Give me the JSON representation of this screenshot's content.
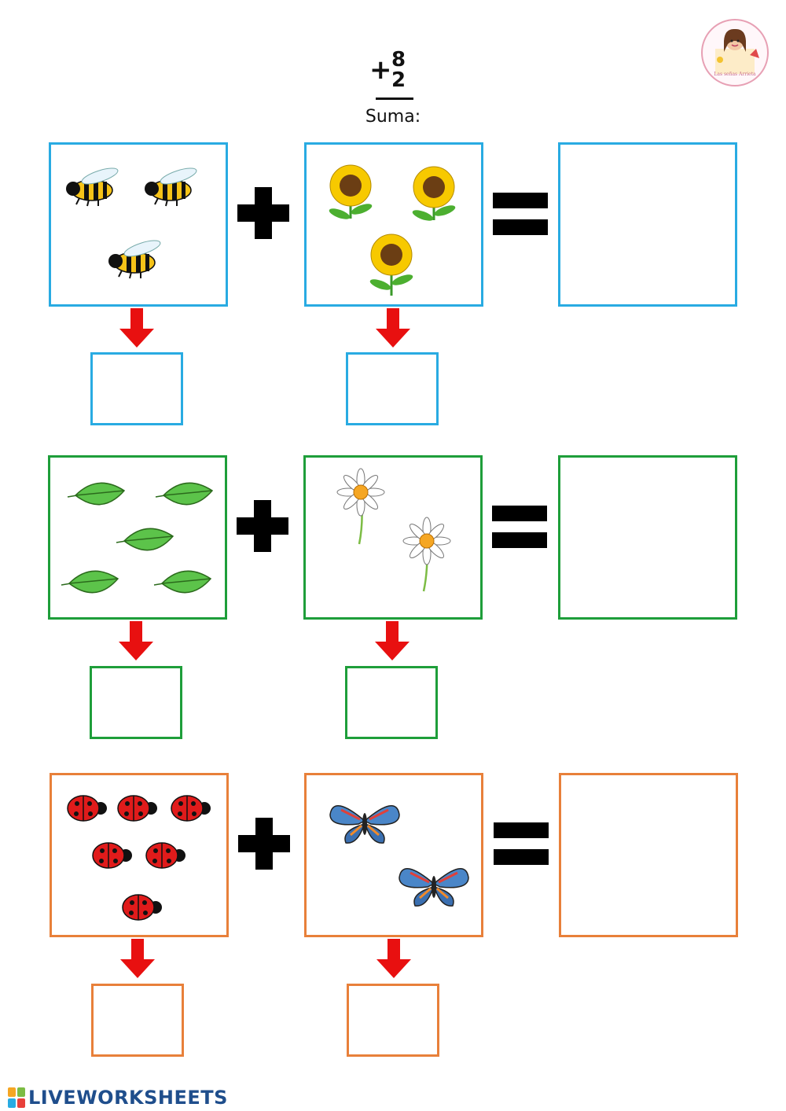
{
  "header": {
    "operator": "+",
    "top_number": "8",
    "bottom_number": "2",
    "label": "Suma:"
  },
  "logo": {
    "icon": "teacher-avatar-logo",
    "text": "Las señas Arrieta"
  },
  "colors": {
    "row1": "#29abe2",
    "row2": "#1e9e3a",
    "row3": "#e8803a",
    "arrow": "#e81010",
    "symbol": "#000000",
    "brand": "#1f4e8c"
  },
  "rows": [
    {
      "left_group": {
        "item": "bee-icon",
        "count": 3
      },
      "right_group": {
        "item": "sunflower-icon",
        "count": 3
      },
      "left_answer": "",
      "right_answer": "",
      "total_answer": ""
    },
    {
      "left_group": {
        "item": "leaf-icon",
        "count": 5
      },
      "right_group": {
        "item": "daisy-icon",
        "count": 2
      },
      "left_answer": "",
      "right_answer": "",
      "total_answer": ""
    },
    {
      "left_group": {
        "item": "ladybug-icon",
        "count": 6
      },
      "right_group": {
        "item": "butterfly-icon",
        "count": 2
      },
      "left_answer": "",
      "right_answer": "",
      "total_answer": ""
    }
  ],
  "footer": {
    "brand": "LIVEWORKSHEETS"
  }
}
